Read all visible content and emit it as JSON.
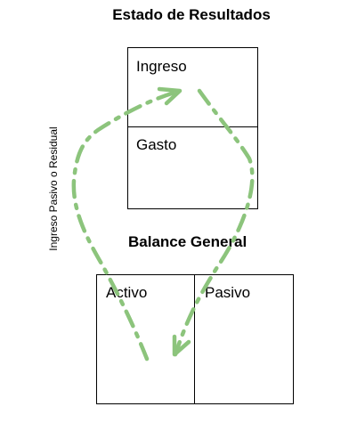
{
  "income_statement": {
    "title": "Estado de Resultados",
    "income_label": "Ingreso",
    "expense_label": "Gasto"
  },
  "balance_sheet": {
    "title": "Balance General",
    "asset_label": "Activo",
    "liability_label": "Pasivo"
  },
  "flow": {
    "label": "Ingreso Pasivo o Residual",
    "color": "#8cc47c"
  }
}
